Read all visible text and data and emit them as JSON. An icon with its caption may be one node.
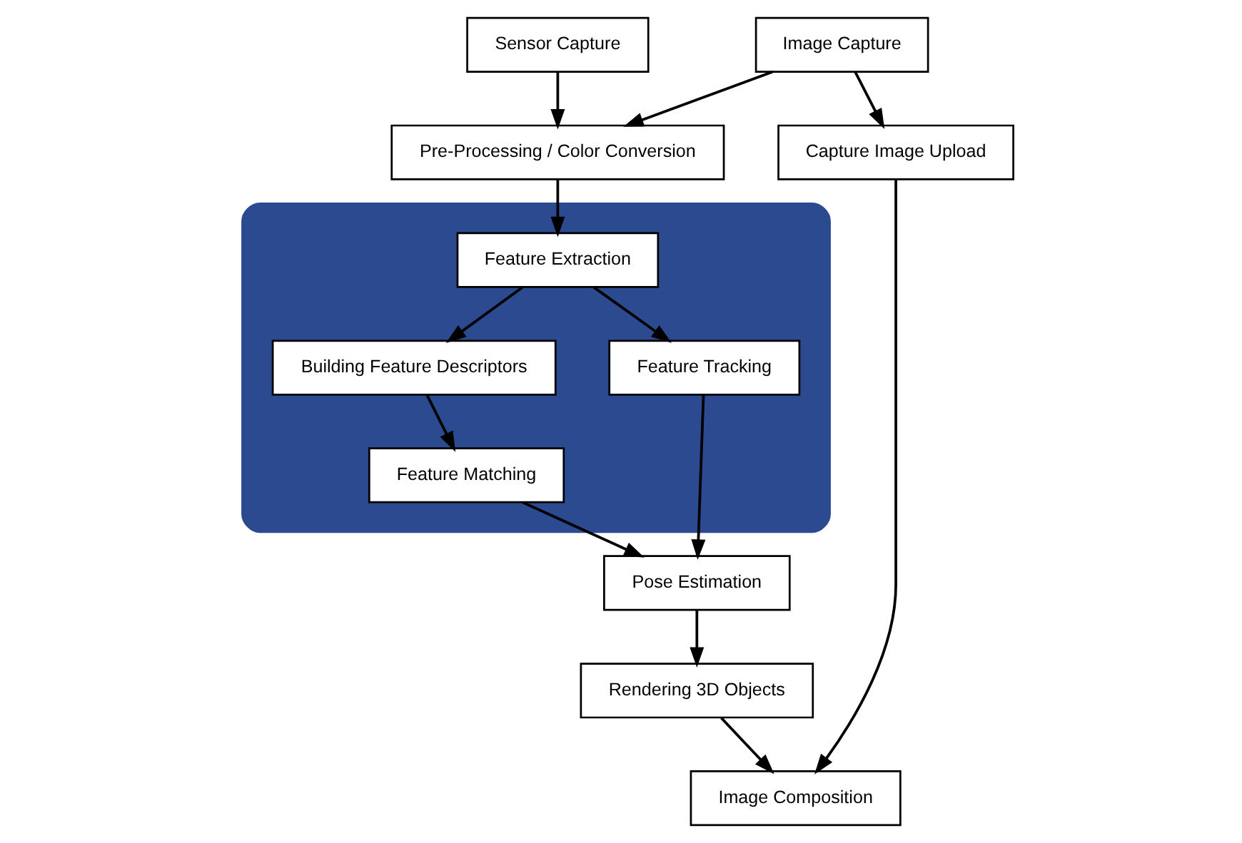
{
  "diagram": {
    "nodes": [
      {
        "text": [
          "Image Capture"
        ]
      },
      {
        "text": [
          "Sensor Capture"
        ]
      },
      {
        "text": [
          "Pre-Processing / Color Conversion"
        ]
      },
      {
        "text": [],
        "shape": "cloud"
      },
      {
        "text": [
          "Feature Extraction"
        ],
        "in": 3
      },
      {
        "text": [
          "Feature Tracking"
        ],
        "in": 3
      },
      {
        "text": [
          "Pose Estimation"
        ]
      },
      {
        "text": [
          "Feature Matching"
        ],
        "in": 3
      },
      {
        "text": [
          "Building Feature Descriptors"
        ],
        "in": 3
      },
      {
        "text": [
          "Rendering 3D Objects"
        ]
      },
      {
        "text": [
          "Image Composition"
        ]
      },
      {
        "text": [
          "Capture Image Upload"
        ]
      }
    ],
    "edges": [
      {
        "from": 0,
        "to": 2,
        "arrow": "to"
      },
      {
        "from": 1,
        "to": 2,
        "arrow": "to"
      },
      {
        "from": 2,
        "to": 4,
        "arrow": "to"
      },
      {
        "from": 4,
        "to": 5,
        "arrow": "to"
      },
      {
        "from": 4,
        "to": 8,
        "arrow": "to"
      },
      {
        "from": 5,
        "to": 6,
        "arrow": "to"
      },
      {
        "from": 8,
        "to": 7,
        "arrow": "to"
      },
      {
        "from": 7,
        "to": 6,
        "arrow": "to"
      },
      {
        "from": 6,
        "to": 9,
        "arrow": "to"
      },
      {
        "from": 9,
        "to": 10,
        "arrow": "to"
      },
      {
        "from": 11,
        "to": 10,
        "arrow": "to"
      },
      {
        "from": 0,
        "to": 11,
        "arrow": "to"
      }
    ]
  }
}
